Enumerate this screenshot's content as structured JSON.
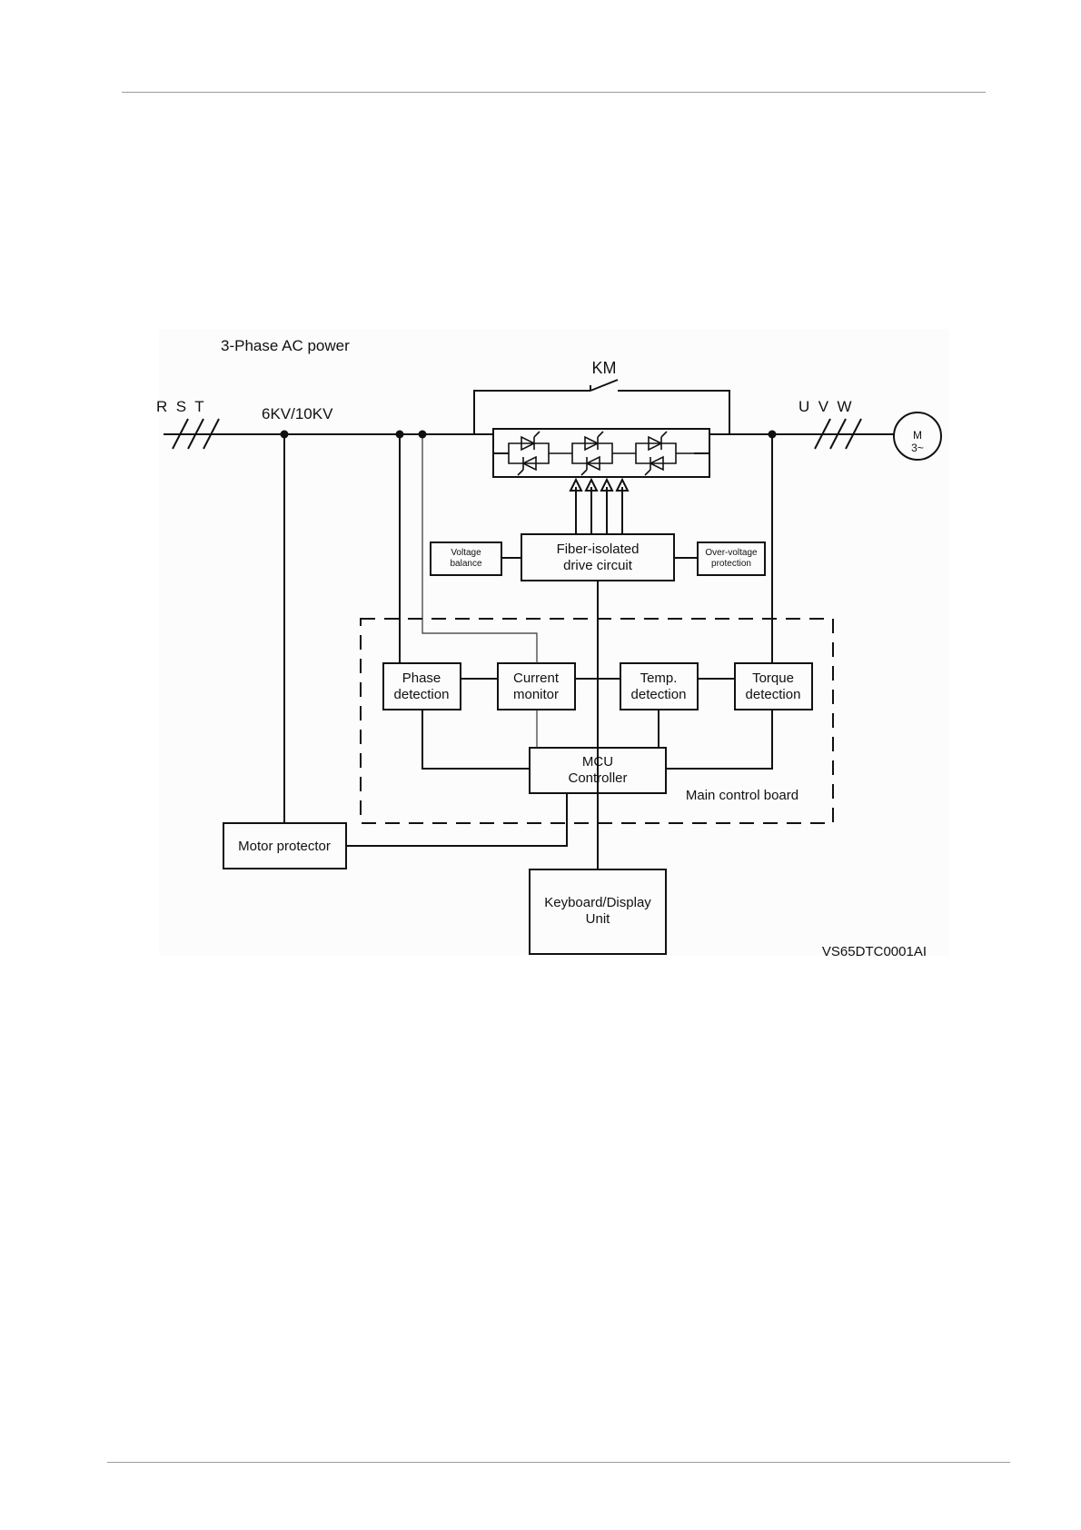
{
  "diagram": {
    "header_title": "3-Phase AC power",
    "bypass_contactor": "KM",
    "input_phases": "R  S  T",
    "voltage": "6KV/10KV",
    "output_phases": "U  V  W",
    "motor": {
      "line1": "M",
      "line2": "3~"
    },
    "blocks": {
      "voltage_balance": {
        "line1": "Voltage",
        "line2": "balance"
      },
      "fiber_drive": {
        "line1": "Fiber-isolated",
        "line2": "drive circuit"
      },
      "over_voltage": {
        "line1": "Over-voltage",
        "line2": "protection"
      },
      "phase_detection": {
        "line1": "Phase",
        "line2": "detection"
      },
      "current_monitor": {
        "line1": "Current",
        "line2": "monitor"
      },
      "temp_detection": {
        "line1": "Temp.",
        "line2": "detection"
      },
      "torque_detection": {
        "line1": "Torque",
        "line2": "detection"
      },
      "mcu_controller": {
        "line1": "MCU",
        "line2": "Controller"
      },
      "motor_protector": "Motor protector",
      "keyboard_display": {
        "line1": "Keyboard/Display",
        "line2": "Unit"
      }
    },
    "main_board_label": "Main control board",
    "figure_code": "VS65DTC0001AI"
  }
}
